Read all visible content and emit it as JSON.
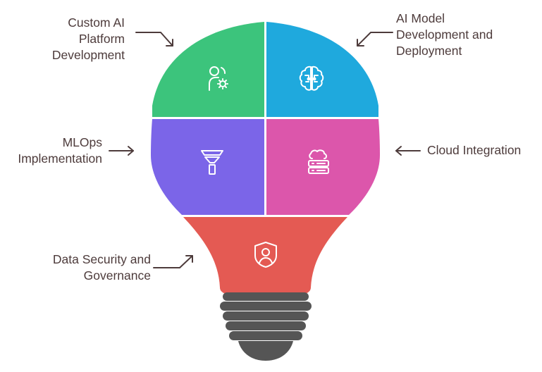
{
  "colors": {
    "custom_ai_platform": "#3cc47c",
    "ai_model": "#1fa9dd",
    "mlops": "#7b65e8",
    "cloud": "#dc56ab",
    "data_security": "#e45a53",
    "base": "#555555",
    "label_text": "#4d3b3b"
  },
  "segments": [
    {
      "label": "Custom AI\nPlatform\nDevelopment",
      "icon": "person-gear-icon"
    },
    {
      "label": "AI Model\nDevelopment and\nDeployment",
      "icon": "brain-circuit-icon"
    },
    {
      "label": "MLOps\nImplementation",
      "icon": "funnel-filter-icon"
    },
    {
      "label": "Cloud Integration",
      "icon": "cloud-server-icon"
    },
    {
      "label": "Data Security and\nGovernance",
      "icon": "shield-user-icon"
    }
  ]
}
